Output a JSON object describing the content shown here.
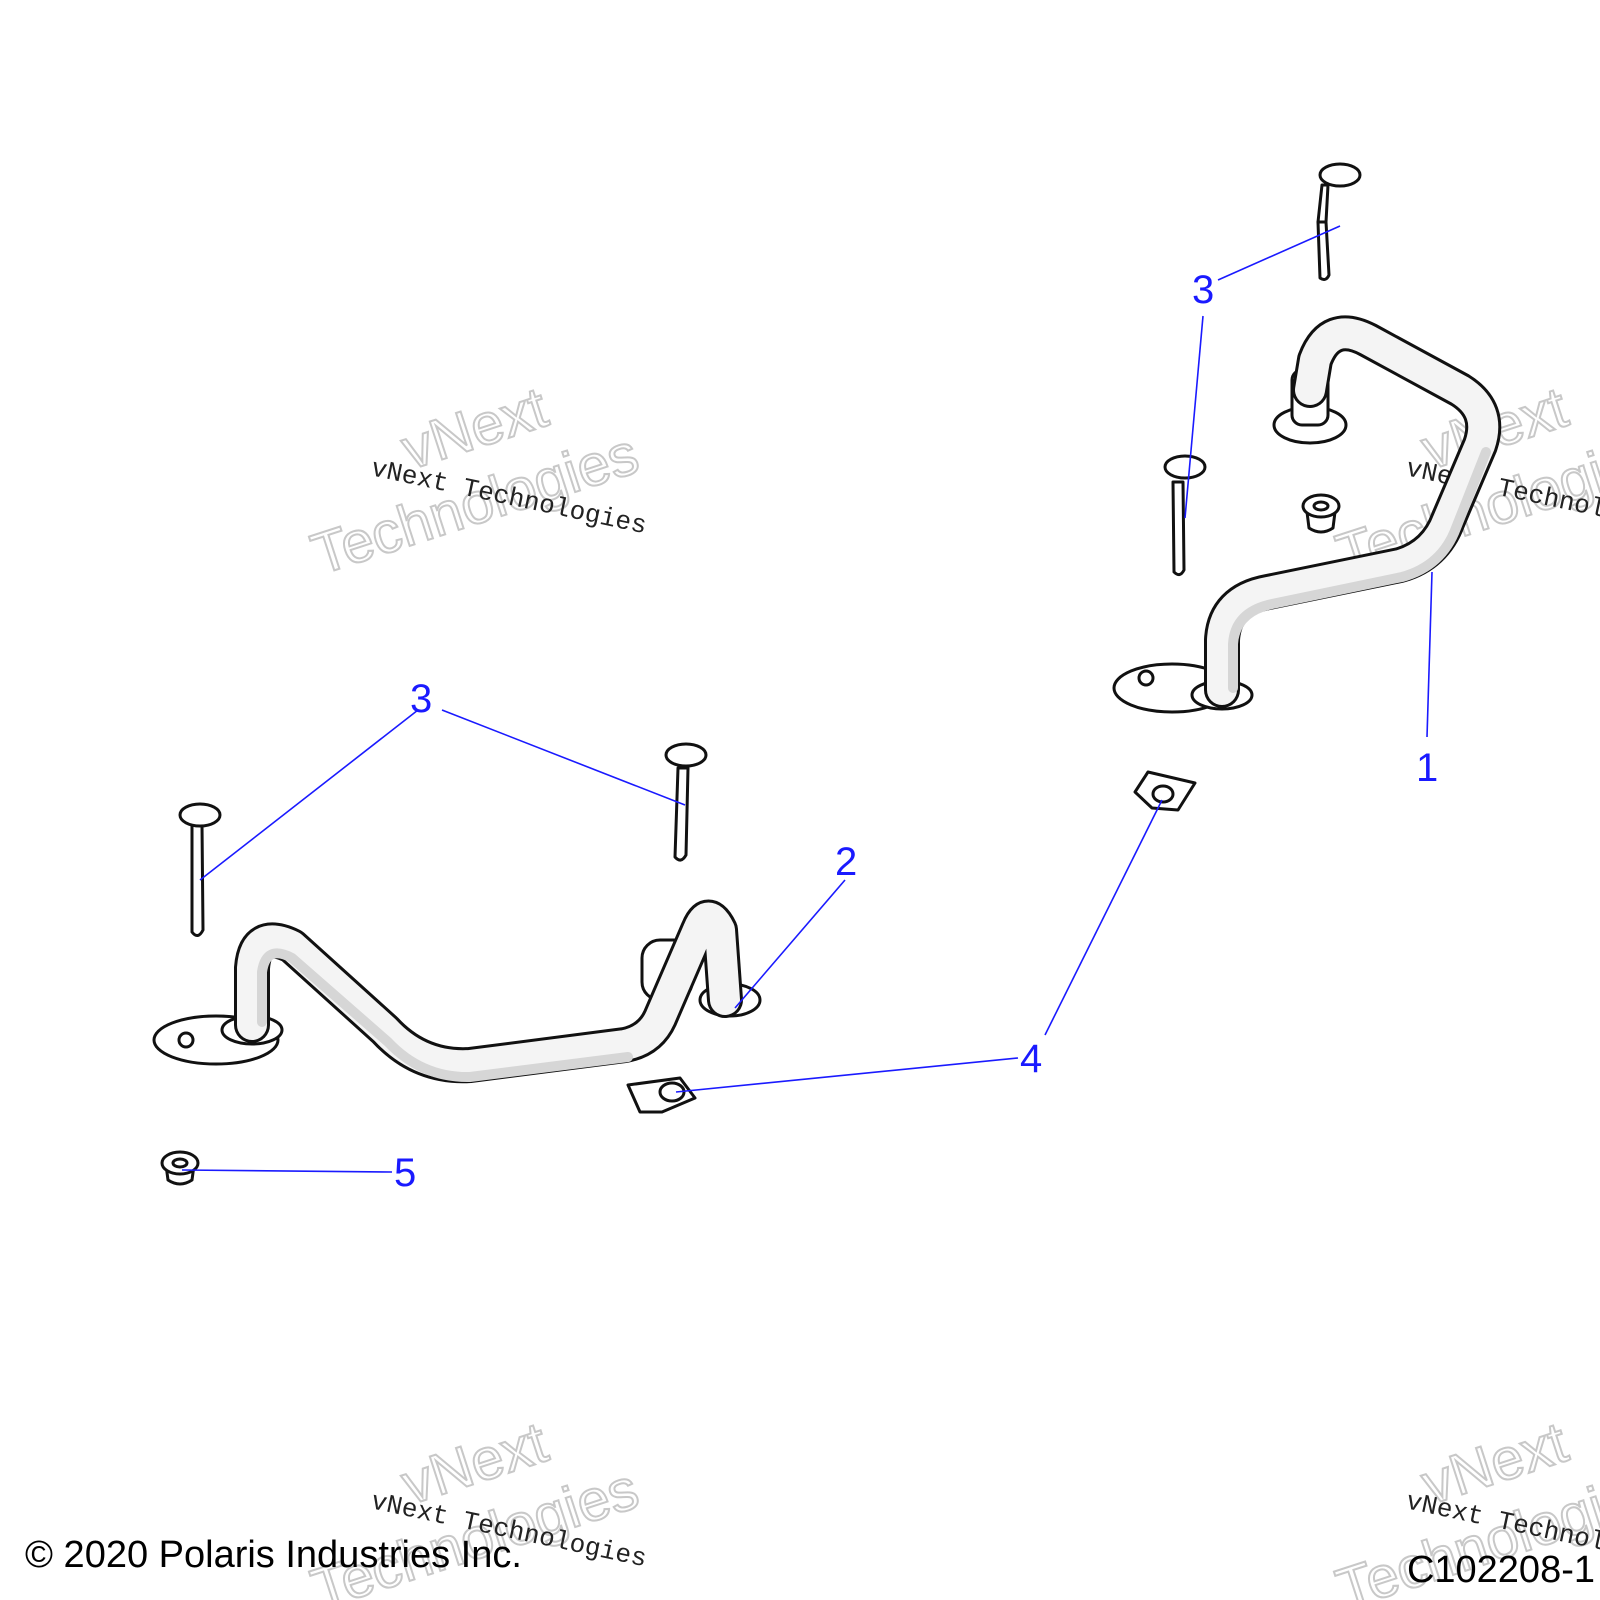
{
  "callouts": {
    "c1": "1",
    "c2": "2",
    "c3_top": "3",
    "c3_left": "3",
    "c4": "4",
    "c5": "5"
  },
  "watermark": {
    "line1": "vNext Technologies",
    "line2_a": "vNext",
    "line2_b": "Technologies"
  },
  "footer": {
    "copyright": "© 2020 Polaris Industries Inc.",
    "figure_id": "C102208-1"
  },
  "colors": {
    "callout": "#1a1aff",
    "line_art": "#111111",
    "background": "#ffffff"
  }
}
